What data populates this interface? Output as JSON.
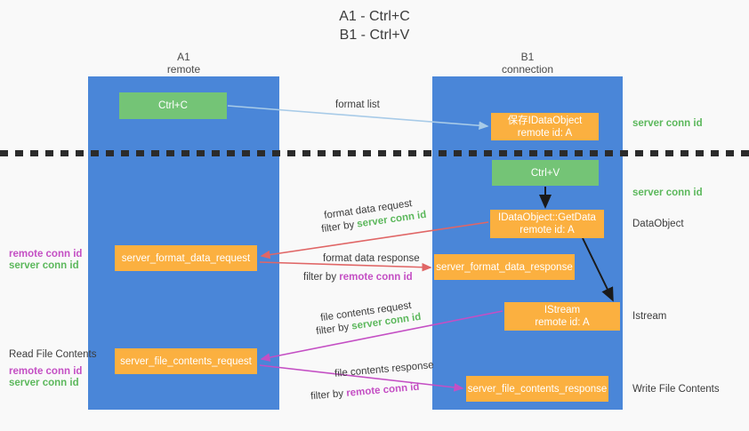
{
  "title": "A1 - Ctrl+C\nB1 - Ctrl+V",
  "columns": {
    "left": {
      "name": "A1",
      "sub": "remote"
    },
    "right": {
      "name": "B1",
      "sub": "connection"
    }
  },
  "nodes": {
    "ctrl_c": "Ctrl+C",
    "save_idataobject": "保存IDataObject\nremote id: A",
    "ctrl_v": "Ctrl+V",
    "idataobject_getdata": "IDataObject::GetData\nremote id: A",
    "server_format_data_request": "server_format_data_request",
    "server_format_data_response": "server_format_data_response",
    "istream": "IStream\nremote id: A",
    "server_file_contents_request": "server_file_contents_request",
    "server_file_contents_response": "server_file_contents_response"
  },
  "edge_labels": {
    "format_list": "format list",
    "format_data_request": "format data request",
    "format_data_request_filter_prefix": "filter by ",
    "format_data_request_filter_key": "server conn id",
    "format_data_response": "format data response",
    "format_data_response_filter_prefix": "filter by ",
    "format_data_response_filter_key": "remote conn id",
    "file_contents_request": "file contents request",
    "file_contents_request_filter_prefix": "filter by ",
    "file_contents_request_filter_key": "server conn id",
    "file_contents_response": "file contents response",
    "file_contents_response_filter_prefix": "filter by ",
    "file_contents_response_filter_key": "remote conn id"
  },
  "side_labels": {
    "left_remote_conn_id_1": "remote conn id",
    "left_server_conn_id_1": "server conn id",
    "read_file_contents": "Read File Contents",
    "left_remote_conn_id_2": "remote conn id",
    "left_server_conn_id_2": "server conn id",
    "right_server_conn_id_1": "server conn id",
    "right_server_conn_id_2": "server conn id",
    "data_object": "DataObject",
    "istream": "Istream",
    "write_file_contents": "Write File Contents"
  },
  "colors": {
    "column_blue": "#4a86d8",
    "node_green": "#74c476",
    "node_orange": "#fbb040",
    "arrow_lightblue": "#a8cbe8",
    "arrow_red": "#e06666",
    "arrow_magenta": "#c44fc4",
    "arrow_black": "#1a1a1a",
    "text_green": "#5cb85c",
    "text_purple": "#c44fc4",
    "background": "#f9f9f9"
  }
}
